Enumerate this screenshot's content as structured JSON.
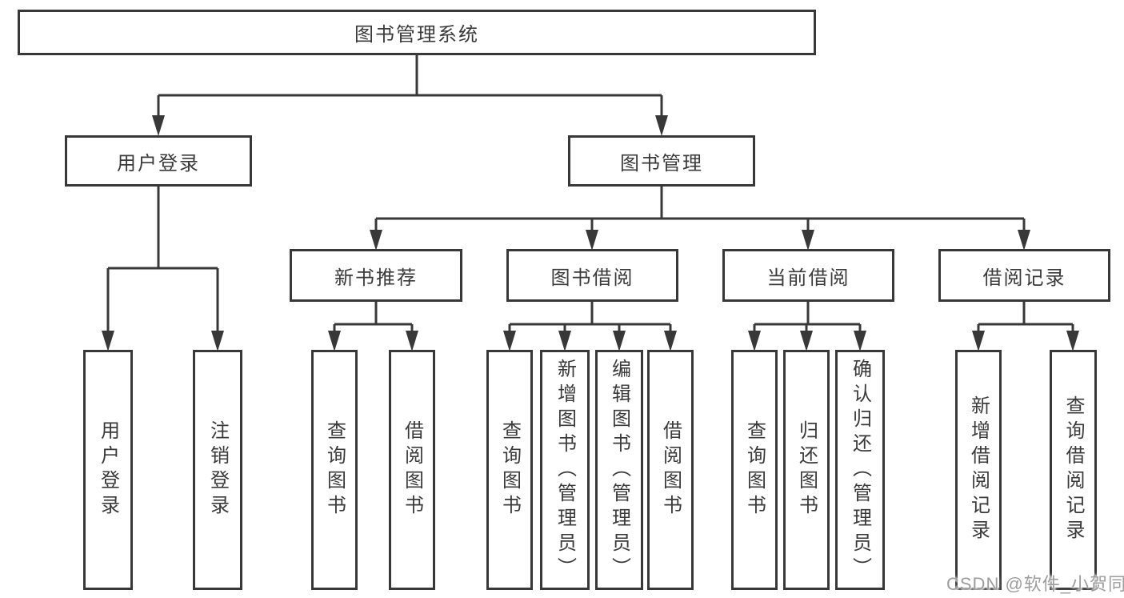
{
  "tree": {
    "label": "图书管理系统",
    "children": [
      {
        "label": "用户登录",
        "children": [
          {
            "label": "用户登录"
          },
          {
            "label": "注销登录"
          }
        ]
      },
      {
        "label": "图书管理",
        "children": [
          {
            "label": "新书推荐",
            "children": [
              {
                "label": "查询图书"
              },
              {
                "label": "借阅图书"
              }
            ]
          },
          {
            "label": "图书借阅",
            "children": [
              {
                "label": "查询图书"
              },
              {
                "label": "新增图书（管理员）"
              },
              {
                "label": "编辑图书（管理员）"
              },
              {
                "label": "借阅图书"
              }
            ]
          },
          {
            "label": "当前借阅",
            "children": [
              {
                "label": "查询图书"
              },
              {
                "label": "归还图书"
              },
              {
                "label": "确认归还（管理员）"
              }
            ]
          },
          {
            "label": "借阅记录",
            "children": [
              {
                "label": "新增借阅记录"
              },
              {
                "label": "查询借阅记录"
              }
            ]
          }
        ]
      }
    ]
  },
  "watermark": {
    "text": "CSDN @软件_小贺同学"
  },
  "colors": {
    "line": "#383838",
    "text": "#3a3a3a",
    "watermark": "#9d9d9d",
    "background": "#ffffff"
  }
}
